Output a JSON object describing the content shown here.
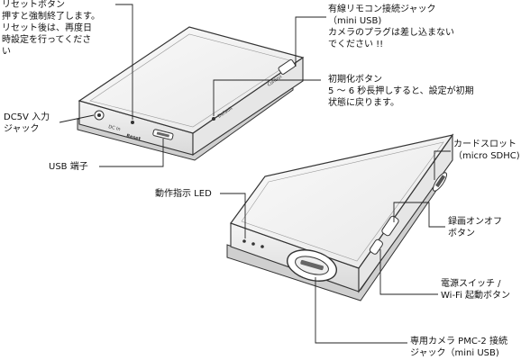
{
  "labels": {
    "reset": [
      "リセットボタン",
      "押すと強制終了します。",
      "リセット後は、再度日",
      "時設定を行ってくださ",
      "い"
    ],
    "remote": [
      "有線リモコン接続ジャック",
      "（mini USB)",
      "カメラのプラグは差し込まない",
      "でください !!"
    ],
    "init": [
      "初期化ボタン",
      "5 ～ 6 秒長押しすると、設定が初期",
      "状態に戻ります。"
    ],
    "dc": [
      "DC5V 入力",
      "ジャック"
    ],
    "usb": "USB 端子",
    "card": [
      "カードスロット",
      "（micro SDHC)"
    ],
    "led": "動作指示 LED",
    "rec": [
      "録画オンオフ",
      "ボタン"
    ],
    "power": [
      "電源スイッチ /",
      "Wi-Fi 起動ボタン"
    ],
    "camera": [
      "専用カメラ PMC-2 接続",
      "ジャック（mini USB)"
    ]
  },
  "device_marks": {
    "dc_in": "DC In",
    "reset": "Reset",
    "default": "Default",
    "control": "Control"
  }
}
